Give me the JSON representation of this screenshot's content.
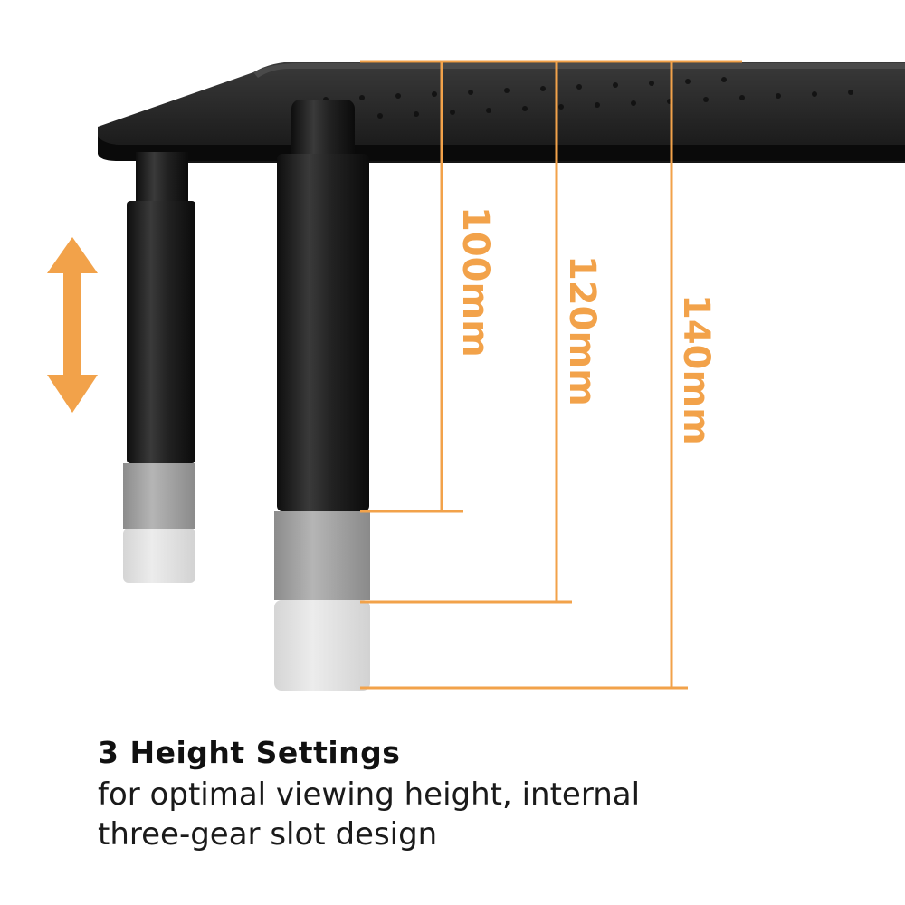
{
  "colors": {
    "accent": "#F2A24A",
    "stand": "#1c1c1c",
    "text": "#111111"
  },
  "dimensions": [
    {
      "label": "100mm",
      "value_mm": 100
    },
    {
      "label": "120mm",
      "value_mm": 120
    },
    {
      "label": "140mm",
      "value_mm": 140
    }
  ],
  "adjust_icon": "vertical-double-arrow-icon",
  "caption": {
    "title": "3 Height Settings",
    "line1": "for optimal viewing height, internal",
    "line2": "three-gear slot design"
  }
}
